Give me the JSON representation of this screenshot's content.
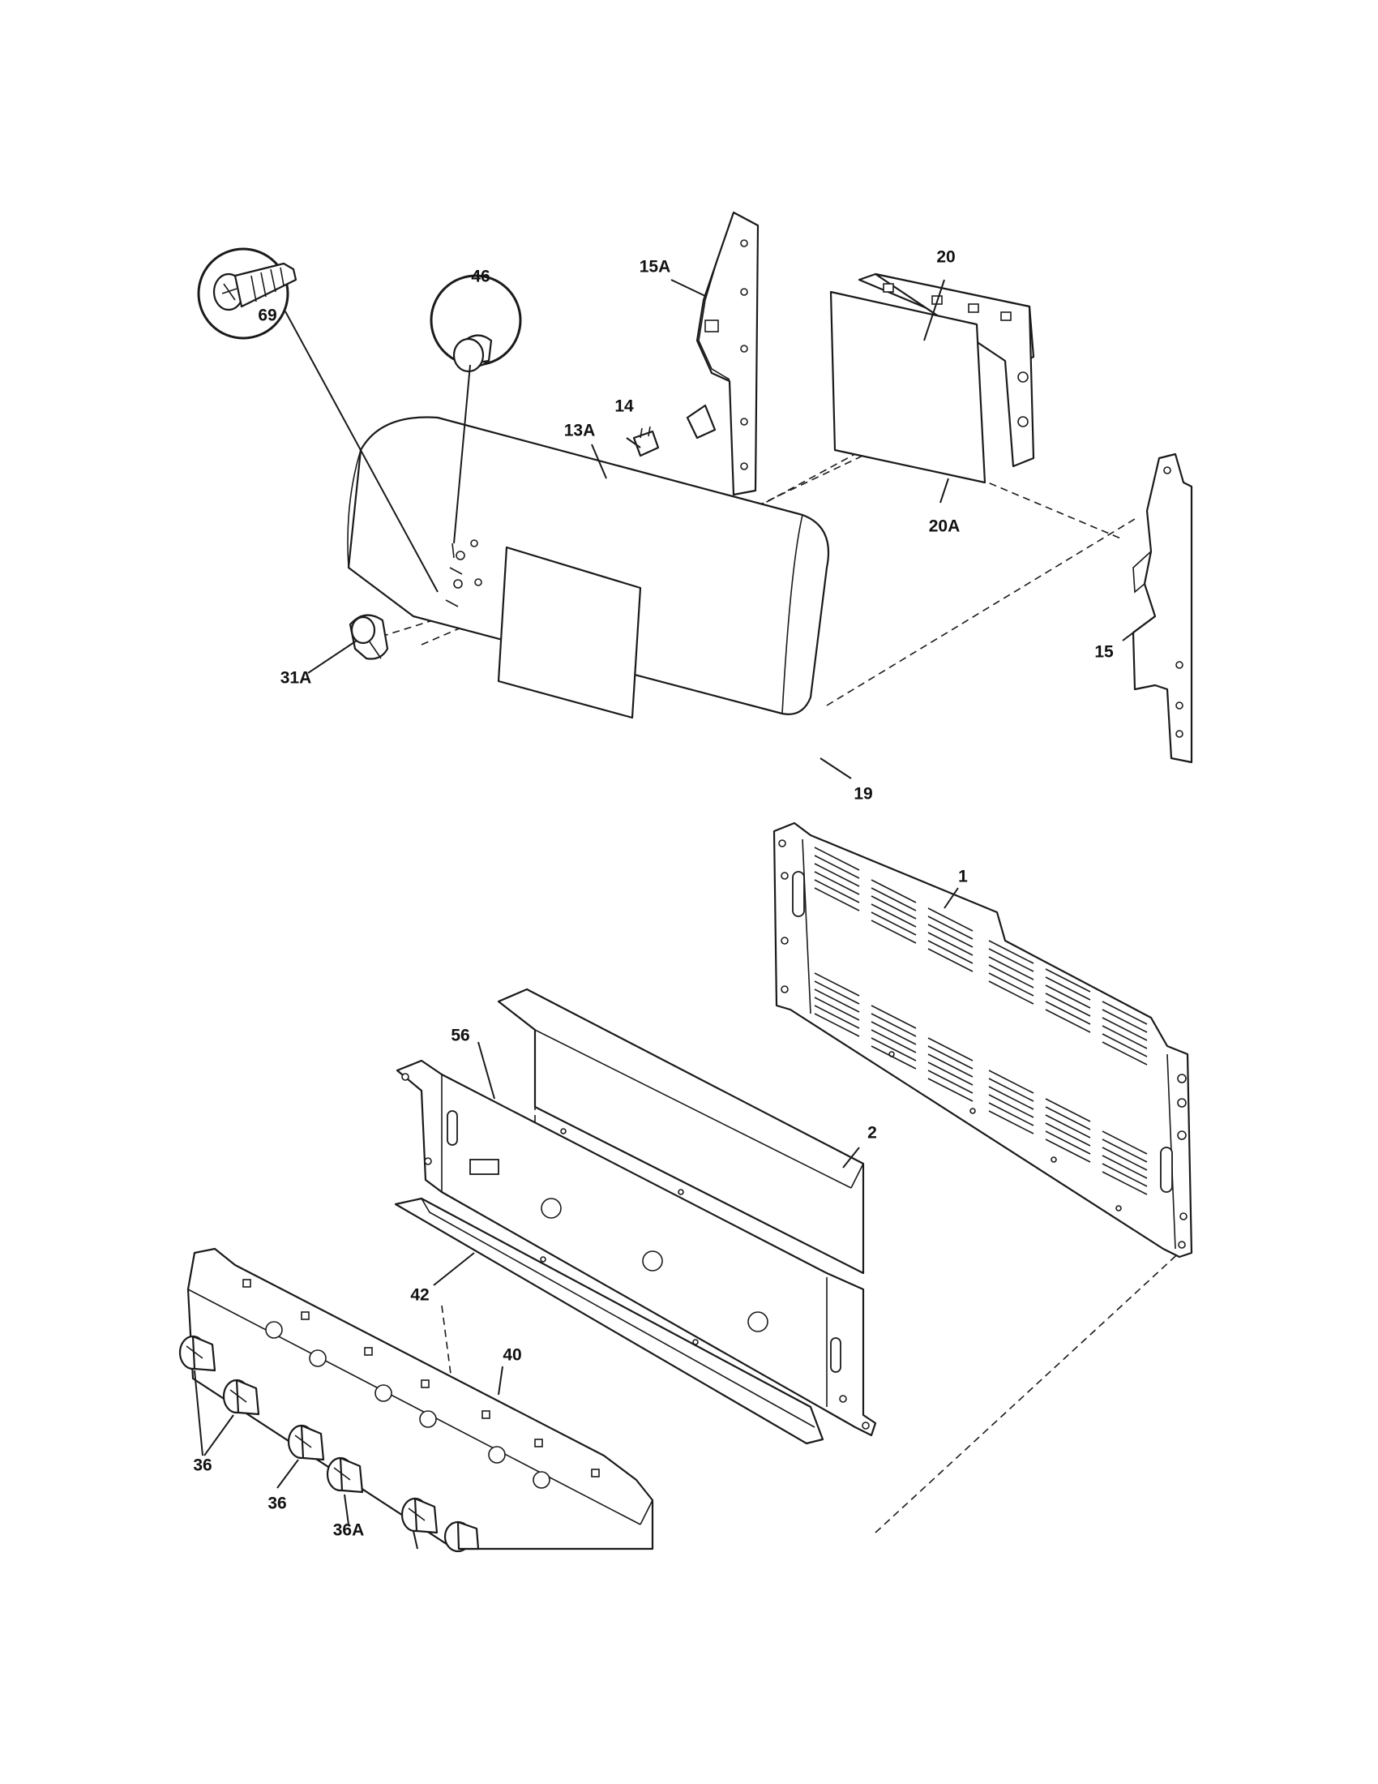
{
  "labels": {
    "p1": "1",
    "p2": "2",
    "p13a": "13A",
    "p14": "14",
    "p15": "15",
    "p15a": "15A",
    "p19": "19",
    "p20": "20",
    "p20a": "20A",
    "p31a": "31A",
    "p36_a": "36",
    "p36_b": "36",
    "p36a": "36A",
    "p40": "40",
    "p42": "42",
    "p46": "46",
    "p56": "56",
    "p69": "69"
  }
}
